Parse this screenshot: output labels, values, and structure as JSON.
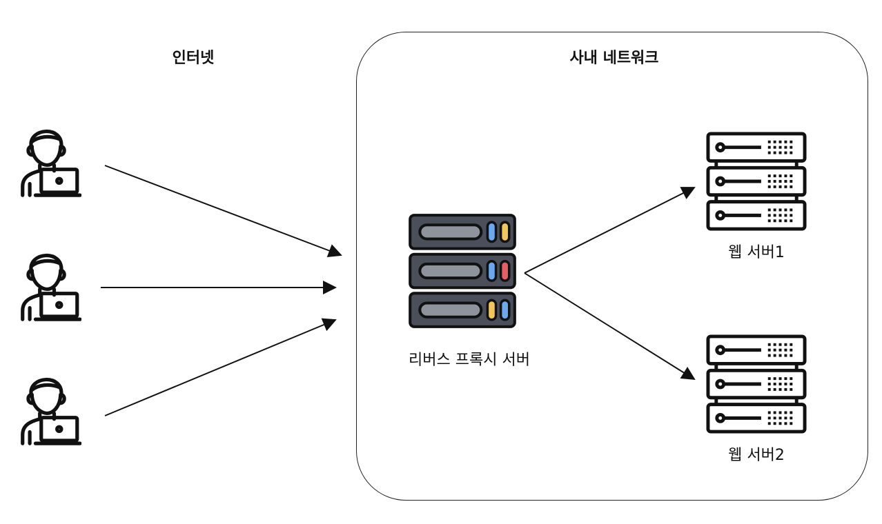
{
  "zones": {
    "internet": {
      "title": "인터넷"
    },
    "internal": {
      "title": "사내 네트워크"
    }
  },
  "nodes": {
    "clients": [
      {
        "icon": "user-laptop-icon"
      },
      {
        "icon": "user-laptop-icon"
      },
      {
        "icon": "user-laptop-icon"
      }
    ],
    "proxy": {
      "label": "리버스 프록시 서버",
      "icon": "server-rack-icon"
    },
    "web_servers": [
      {
        "label": "웹 서버1",
        "icon": "server-outline-icon"
      },
      {
        "label": "웹 서버2",
        "icon": "server-outline-icon"
      }
    ]
  },
  "colors": {
    "server_body": "#4a4f59",
    "server_panel": "#8e939c",
    "led_blue": "#6aa9f0",
    "led_yellow": "#f2c75a",
    "led_red": "#e85d63",
    "line": "#111111"
  }
}
